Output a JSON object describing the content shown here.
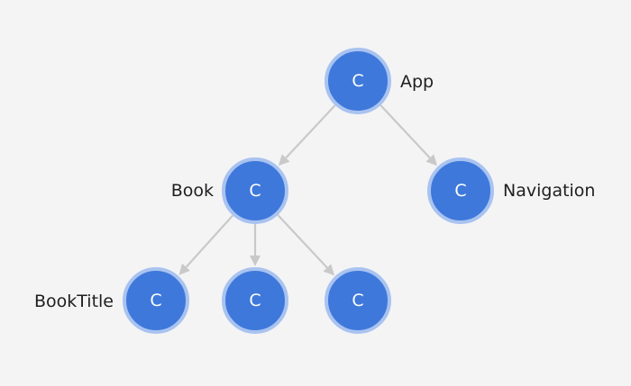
{
  "diagram": {
    "type": "component-tree",
    "node_letter": "C",
    "colors": {
      "node_fill": "#3e78db",
      "node_border": "#a9c3f0",
      "edge": "#c9c9c9",
      "background": "#f4f4f5",
      "label": "#1f1f1f"
    },
    "nodes": {
      "app": {
        "label": "App",
        "letter": "C"
      },
      "book": {
        "label": "Book",
        "letter": "C"
      },
      "navigation": {
        "label": "Navigation",
        "letter": "C"
      },
      "booktitle": {
        "label": "BookTitle",
        "letter": "C"
      },
      "child2": {
        "label": "",
        "letter": "C"
      },
      "child3": {
        "label": "",
        "letter": "C"
      }
    },
    "edges": [
      {
        "from": "app",
        "to": "book"
      },
      {
        "from": "app",
        "to": "navigation"
      },
      {
        "from": "book",
        "to": "booktitle"
      },
      {
        "from": "book",
        "to": "child2"
      },
      {
        "from": "book",
        "to": "child3"
      }
    ]
  }
}
